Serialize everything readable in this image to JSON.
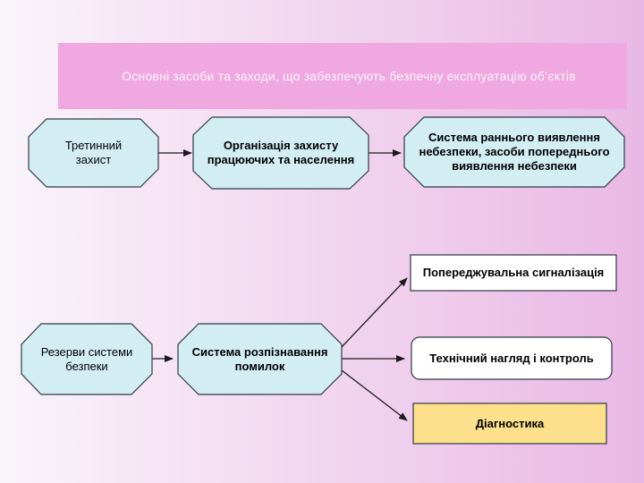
{
  "title": "Основні засоби та заходи, що забезпечують безпечну експлуатацію об’єктів",
  "colors": {
    "title_bg": "#f0a8e0",
    "node_fill": "#d3eef3",
    "node_stroke": "#2f3a40",
    "highlight_fill": "#fde08c",
    "white_fill": "#ffffff",
    "arrow": "#1a1a1a"
  },
  "nodes": {
    "tertiary": {
      "label": "Третинний\nзахист",
      "shape": "octagon"
    },
    "org_protection": {
      "label": "Організація захисту\nпрацюючих та населення",
      "shape": "octagon"
    },
    "early_detection": {
      "label": "Система раннього виявлення\nнебезпеки, засоби попереднього\nвиявлення небезпеки",
      "shape": "octagon"
    },
    "warning_signal": {
      "label": "Попереджувальна сигналізація",
      "shape": "rect"
    },
    "reserves": {
      "label": "Резерви системи\nбезпеки",
      "shape": "octagon"
    },
    "error_recognition": {
      "label": "Система розпізнавання\nпомилок",
      "shape": "octagon"
    },
    "supervision": {
      "label": "Технічний нагляд і контроль",
      "shape": "rounded"
    },
    "diagnostics": {
      "label": "Діагностика",
      "shape": "rect"
    }
  }
}
